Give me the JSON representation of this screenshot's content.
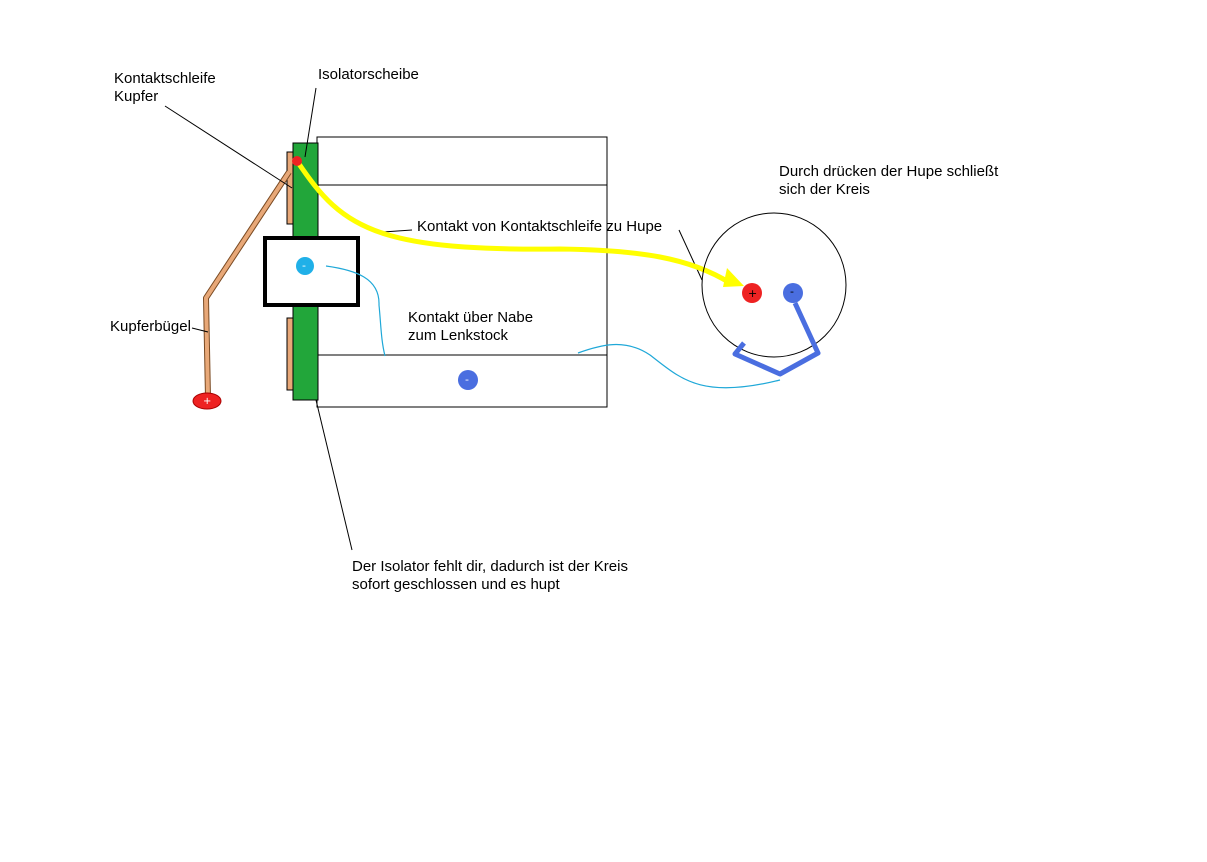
{
  "labels": {
    "contact_loop_line1": "Kontaktschleife",
    "contact_loop_line2": "Kupfer",
    "insulator_disc": "Isolatorscheibe",
    "copper_bracket": "Kupferbügel",
    "contact_loop_to_horn": "Kontakt von Kontaktschleife zu Hupe",
    "hub_contact_line1": "Kontakt über Nabe",
    "hub_contact_line2": "zum Lenkstock",
    "horn_press_line1": "Durch drücken der Hupe schließt",
    "horn_press_line2": "sich der Kreis",
    "missing_insulator_line1": "Der Isolator fehlt dir, dadurch ist der Kreis",
    "missing_insulator_line2": "sofort geschlossen und es hupt"
  },
  "symbols": {
    "plus": "+",
    "minus": "-"
  },
  "colors": {
    "insulator_green": "#22a63a",
    "copper": "#e8a878",
    "wire_yellow": "#ffff00",
    "wire_cyan": "#1fa8d8",
    "terminal_red": "#ee2222",
    "terminal_blue": "#4a6ee0",
    "terminal_cyan": "#20b0e8",
    "switch_blue": "#4a6ee0"
  }
}
